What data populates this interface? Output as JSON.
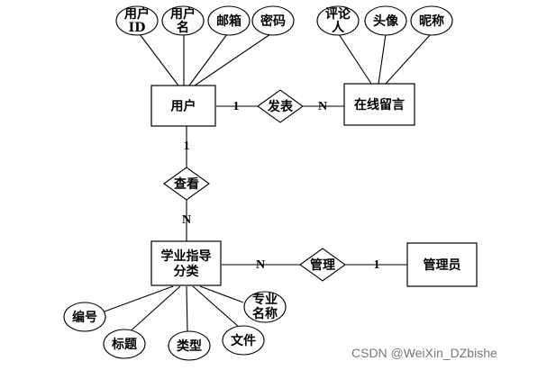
{
  "entities": {
    "user": "用户",
    "message": "在线留言",
    "category_line1": "学业指导",
    "category_line2": "分类",
    "admin": "管理员"
  },
  "relationships": {
    "publish": "发表",
    "view": "查看",
    "manage": "管理"
  },
  "cardinalities": {
    "user_publish": "1",
    "publish_message": "N",
    "user_view": "1",
    "view_category": "N",
    "category_manage": "N",
    "manage_admin": "1"
  },
  "attributes": {
    "user_id_line1": "用户",
    "user_id_line2": "ID",
    "user_name_line1": "用户",
    "user_name_line2": "名",
    "email": "邮箱",
    "password": "密码",
    "reviewer_line1": "评论",
    "reviewer_line2": "人",
    "avatar": "头像",
    "nickname": "昵称",
    "number": "编号",
    "title": "标题",
    "type": "类型",
    "file": "文件",
    "major_line1": "专业",
    "major_line2": "名称"
  },
  "watermark": "CSDN @WeiXin_DZbishe"
}
